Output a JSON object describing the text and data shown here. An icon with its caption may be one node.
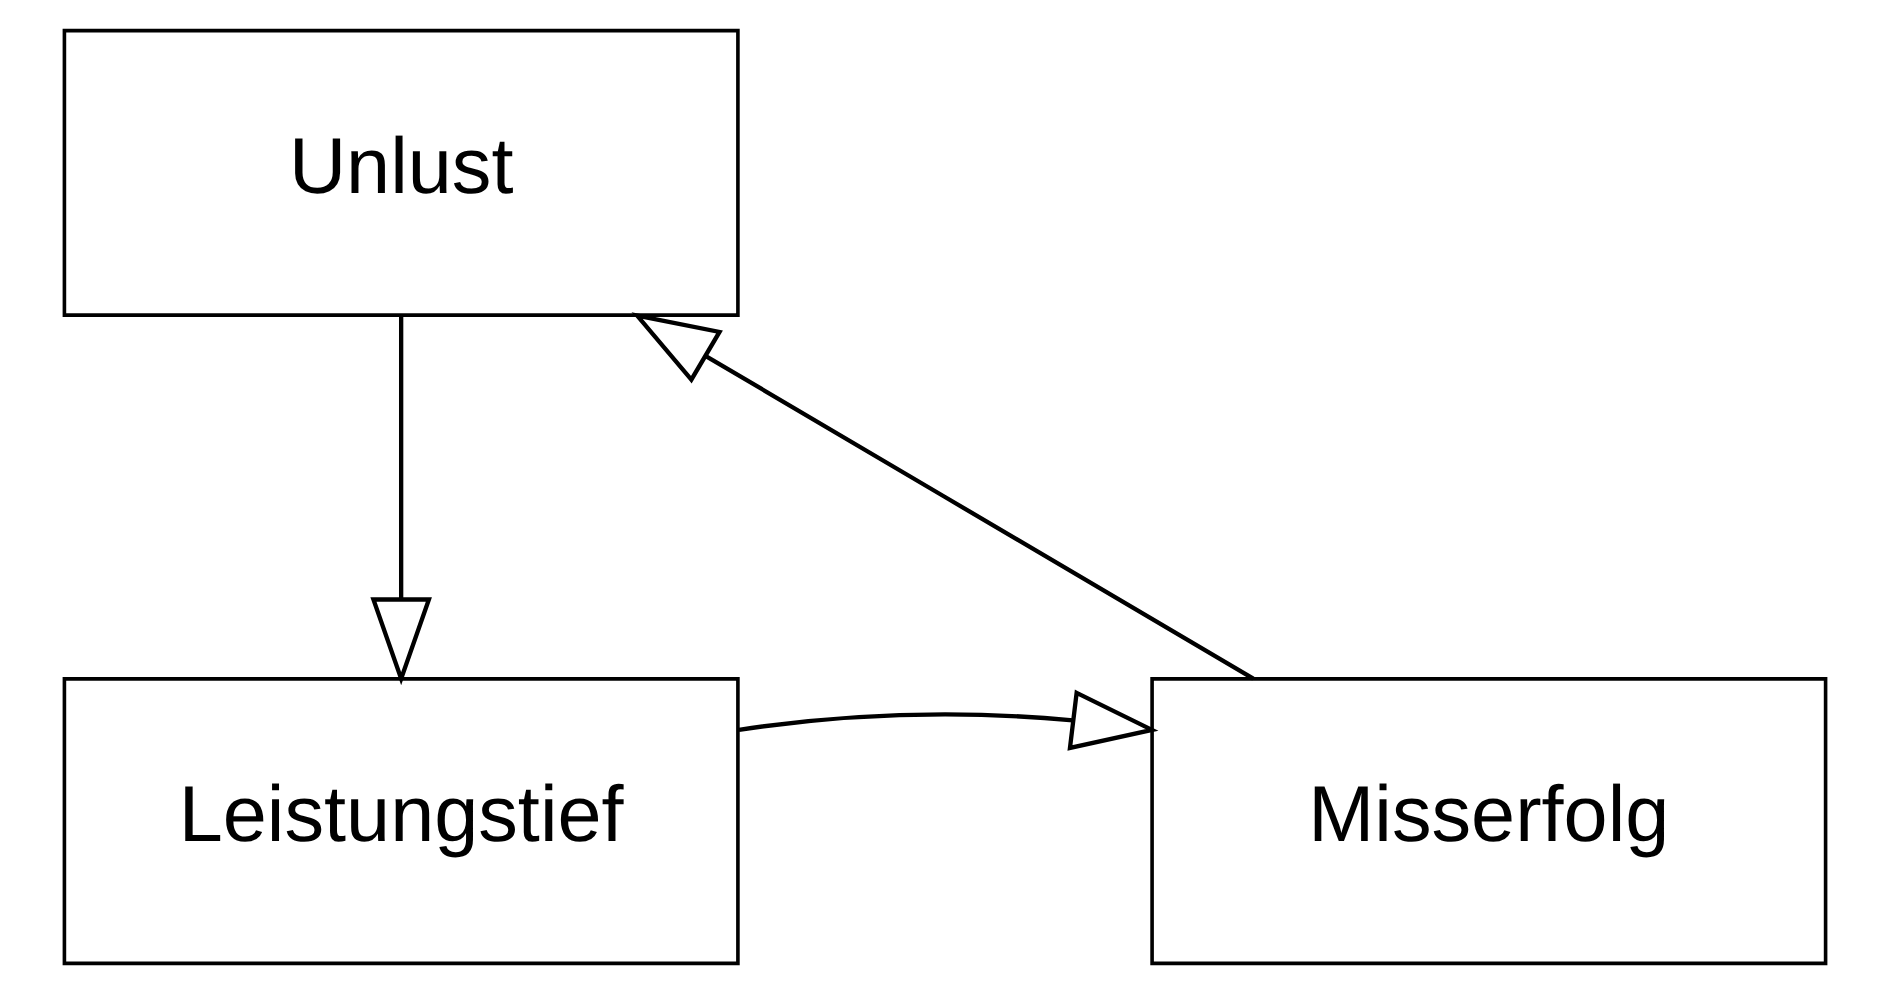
{
  "diagram": {
    "nodes": [
      {
        "text": [
          "Unlust"
        ]
      },
      {
        "text": [
          "Misserfolg"
        ]
      },
      {
        "text": [
          "Leistungstief"
        ]
      }
    ],
    "edges": [
      {
        "from": 0,
        "to": 2,
        "arrow": "to"
      },
      {
        "from": 2,
        "to": 1,
        "arrow": "to"
      },
      {
        "from": 1,
        "to": 0,
        "arrow": "to"
      }
    ]
  }
}
